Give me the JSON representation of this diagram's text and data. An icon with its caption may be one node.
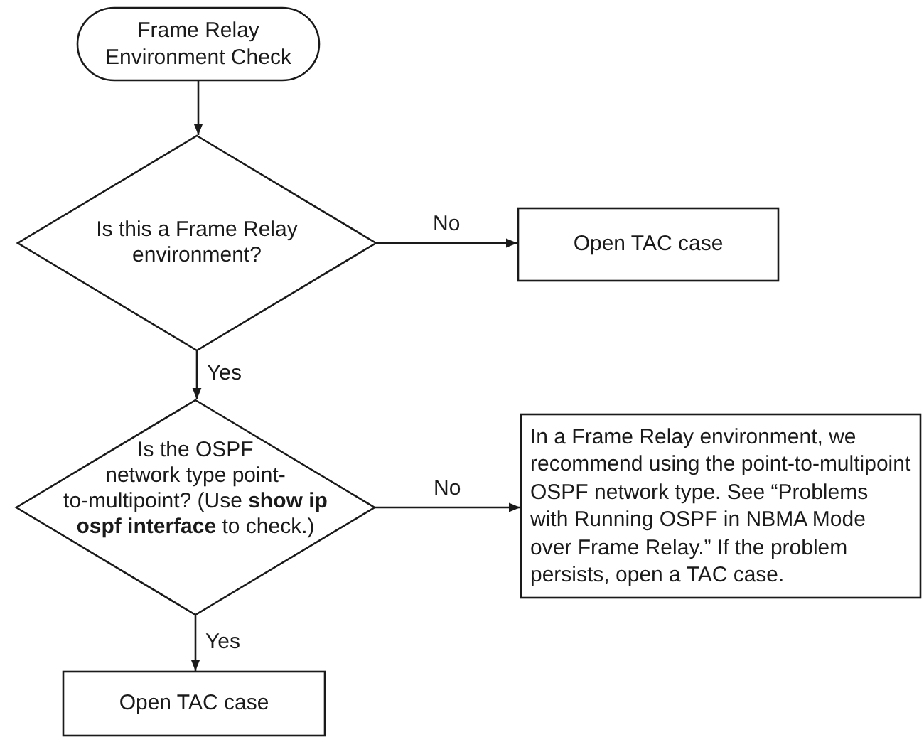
{
  "diagram": {
    "nodes": [
      {
        "text": [
          "Frame Relay Environment Check"
        ]
      },
      {
        "text": [
          "Is this a Frame Relay environment?"
        ]
      },
      {
        "text": [
          "Open TAC case"
        ]
      },
      {
        "text": [
          "Is the OSPF network type point-to-multipoint? (Use **show ip ospf interface** to check.)"
        ]
      },
      {
        "text": [
          "In a Frame Relay environment, we recommend using the point-to-multipoint OSPF network type. See “Problems with Running OSPF in NBMA Mode over Frame Relay.” If the problem persists, open a TAC case."
        ]
      },
      {
        "text": [
          "Open TAC case"
        ]
      }
    ],
    "edges": [
      {
        "from": 0,
        "to": 1,
        "arrow": "to"
      },
      {
        "from": 1,
        "to": 2,
        "arrow": "to",
        "label": "No"
      },
      {
        "from": 1,
        "to": 3,
        "arrow": "to",
        "label": "Yes"
      },
      {
        "from": 3,
        "to": 4,
        "arrow": "to",
        "label": "No"
      },
      {
        "from": 3,
        "to": 5,
        "arrow": "to",
        "label": "Yes"
      }
    ]
  }
}
